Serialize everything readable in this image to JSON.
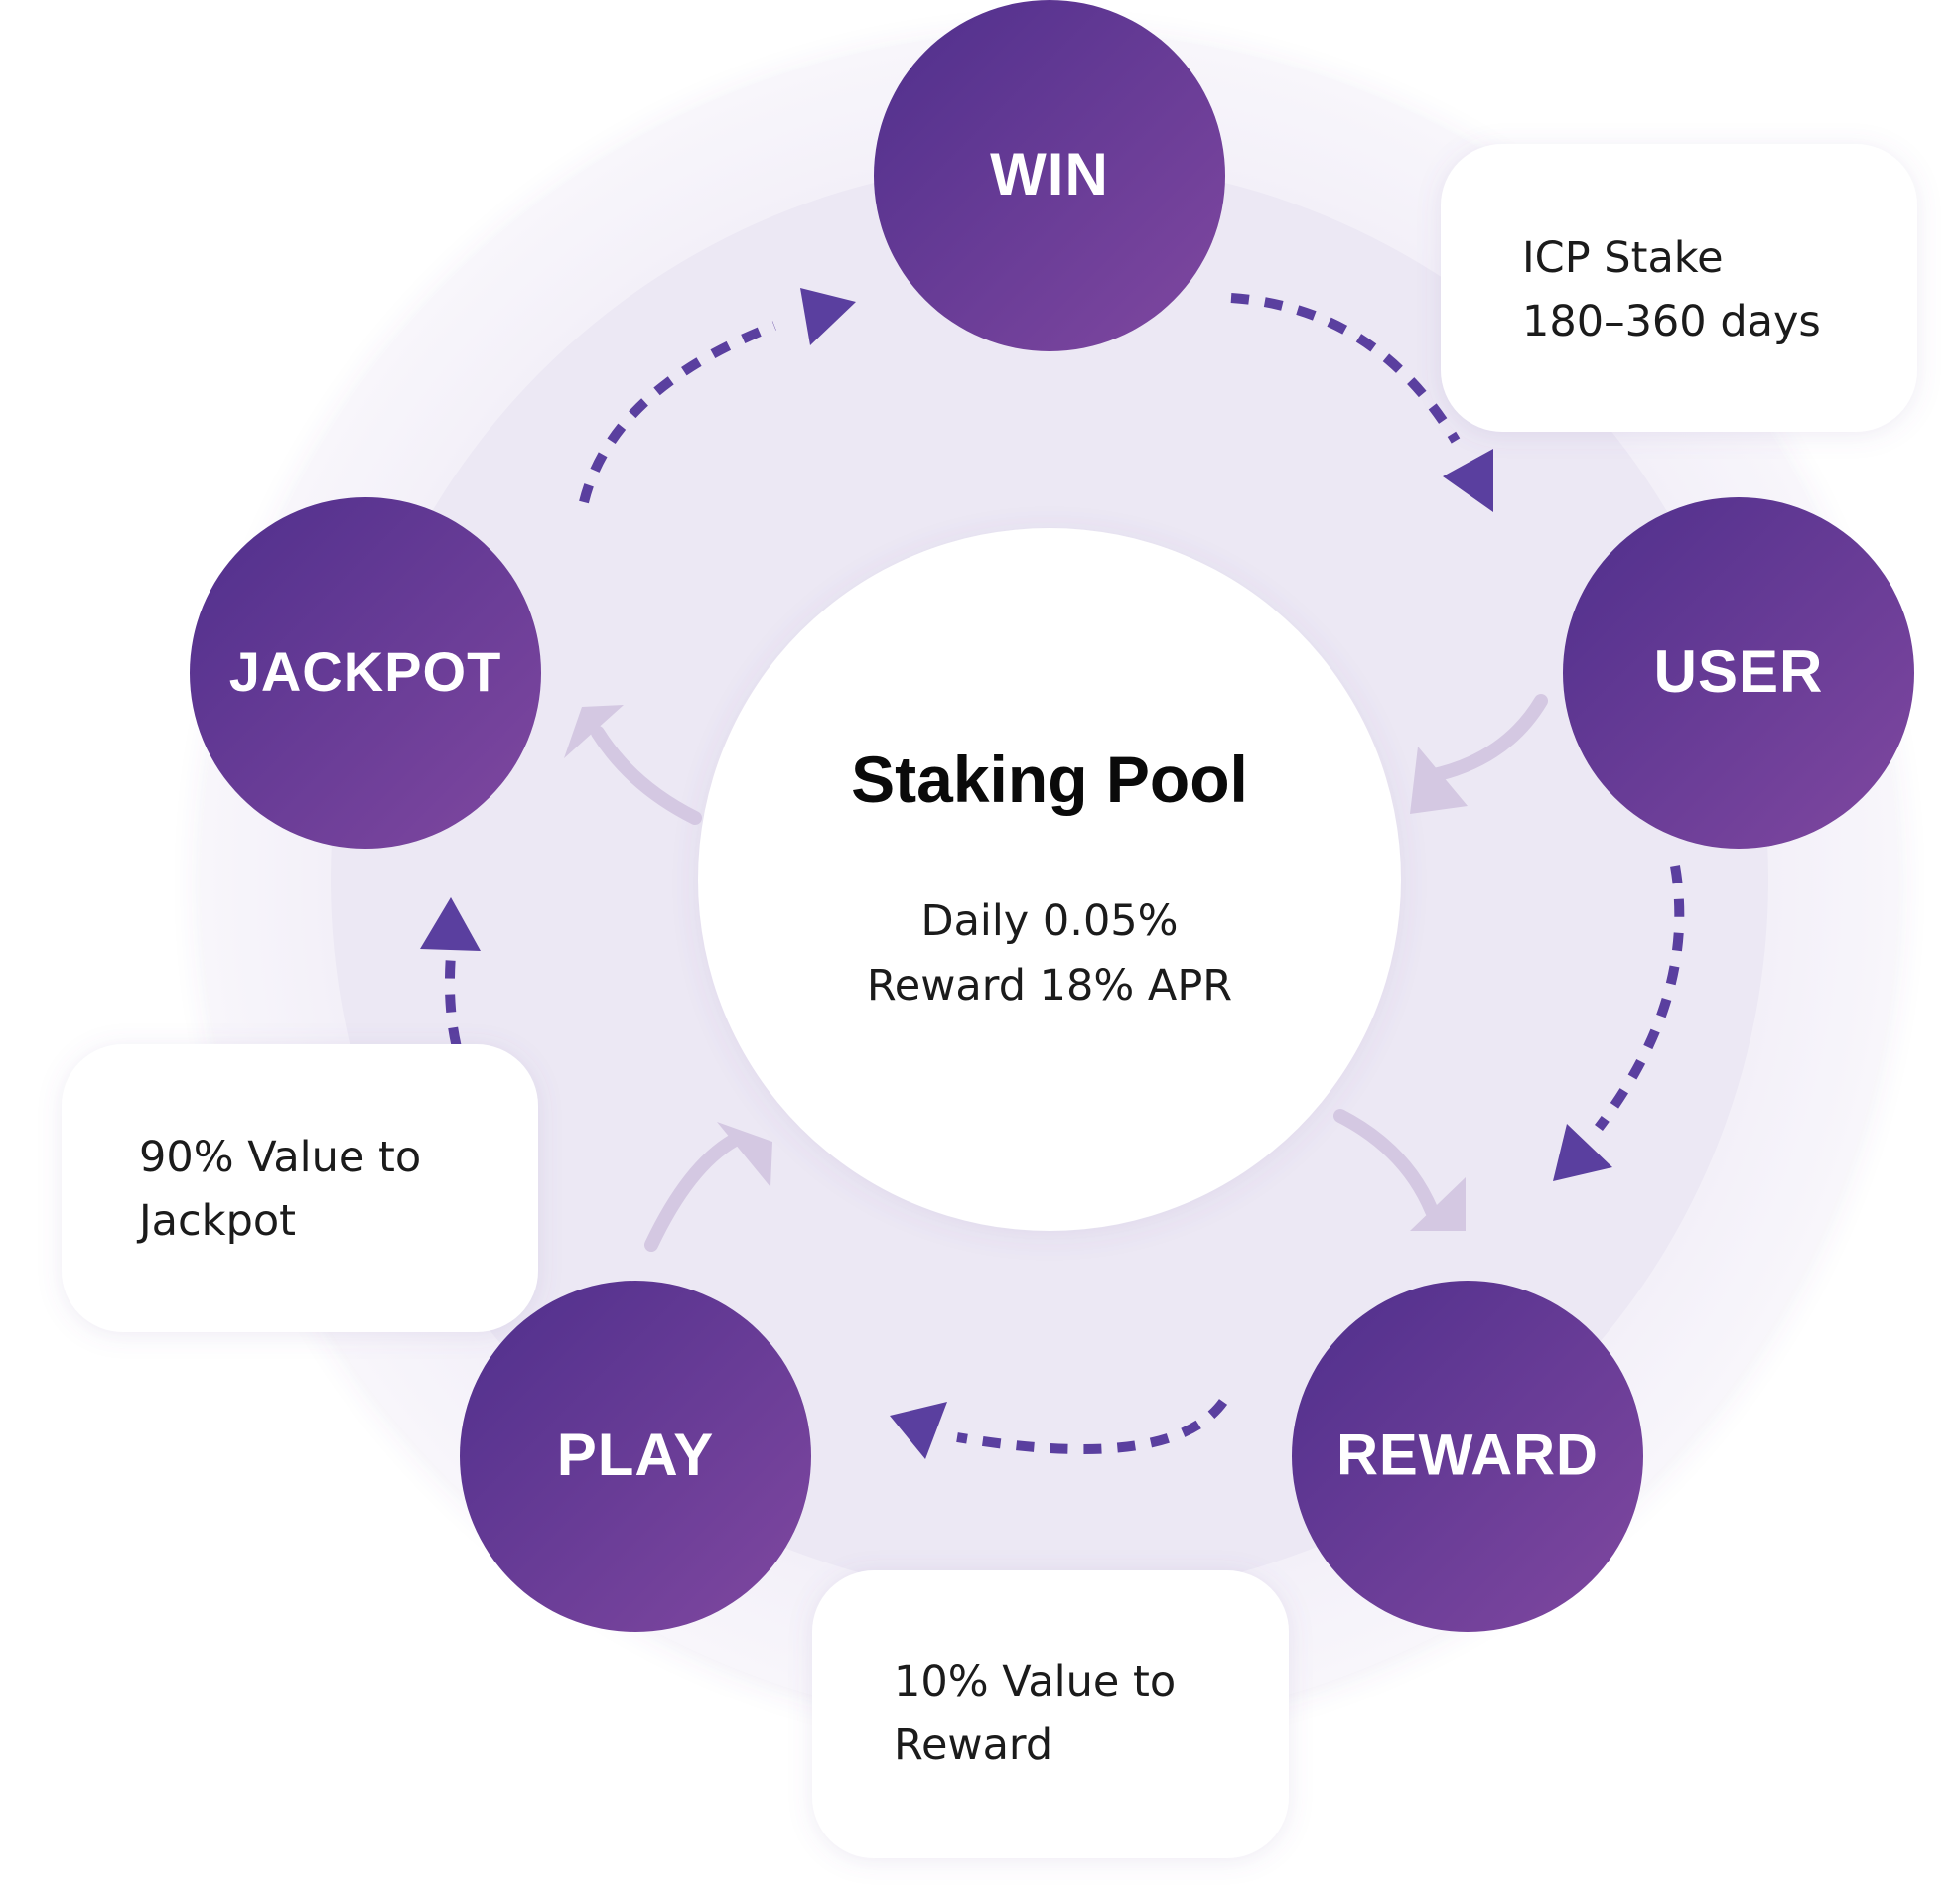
{
  "center": {
    "title": "Staking Pool",
    "line1": "Daily 0.05%",
    "line2": "Reward 18% APR"
  },
  "nodes": {
    "win": "WIN",
    "user": "USER",
    "reward": "REWARD",
    "play": "PLAY",
    "jackpot": "JACKPOT"
  },
  "notes": {
    "icp": {
      "line1": "ICP Stake",
      "line2": "180–360 days"
    },
    "jackpot": {
      "line1": "90% Value to",
      "line2": "Jackpot"
    },
    "reward": {
      "line1": "10% Value to",
      "line2": "Reward"
    }
  },
  "colors": {
    "node_start": "#55338f",
    "node_end": "#7c479f",
    "arrow": "#5a3f9f",
    "inner_arrow": "#d4c8e2",
    "ring_inner": "#ece8f4",
    "ring_outer": "#f6f4fa"
  }
}
